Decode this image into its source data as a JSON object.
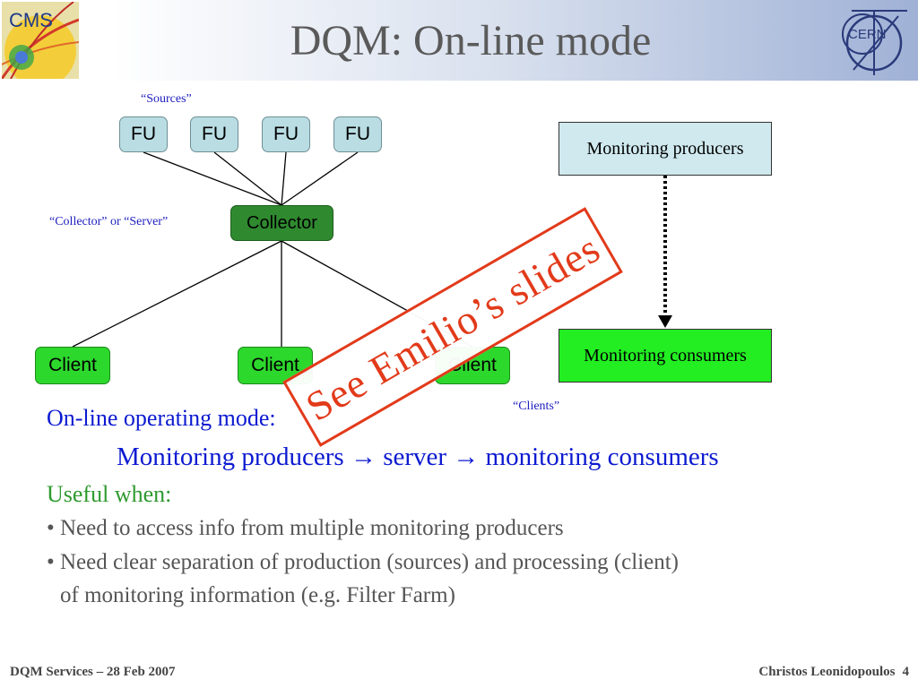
{
  "header": {
    "title": "DQM: On-line mode",
    "left_logo_text": "CMS",
    "right_logo_text": "CERN",
    "colors": {
      "title": "#5a5a5a",
      "gradient_end": "#9fb1d6"
    }
  },
  "diagram": {
    "sources_note": "“Sources”",
    "collector_note": "“Collector” or “Server”",
    "clients_note": "“Clients”",
    "fu_nodes": [
      "FU",
      "FU",
      "FU",
      "FU"
    ],
    "collector_label": "Collector",
    "client_nodes": [
      "Client",
      "Client",
      "Client"
    ],
    "monitoring_producers": "Monitoring producers",
    "monitoring_consumers": "Monitoring consumers",
    "stamp_text": "See Emilio’s slides",
    "colors": {
      "fu_fill": "#b9dde3",
      "collector_fill": "#2f8a2f",
      "client_fill": "#2dd82d",
      "producers_fill": "#cfe9ee",
      "consumers_fill": "#22ee22",
      "stamp": "#e23a1a"
    }
  },
  "body": {
    "intro": "On-line operating mode:",
    "flow": "Monitoring producers → server → monitoring consumers",
    "useful_when": "Useful when:",
    "bullet_1": "• Need to access info from multiple monitoring producers",
    "bullet_2": "• Need clear separation of production (sources) and processing (client)",
    "bullet_2_cont": "of monitoring information (e.g. Filter Farm)",
    "colors": {
      "blue": "#0c1ad0",
      "green": "#2f9a2f",
      "gray": "#555555"
    }
  },
  "footer": {
    "left": "DQM Services – 28 Feb 2007",
    "author": "Christos Leonidopoulos",
    "page_number": "4"
  }
}
